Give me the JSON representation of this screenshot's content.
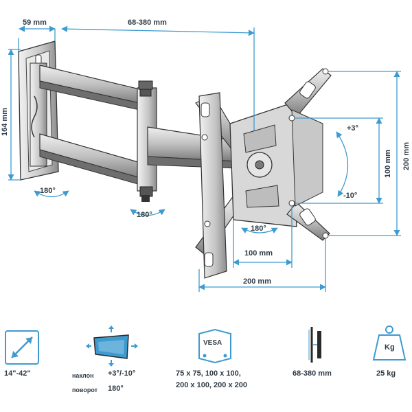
{
  "dimensions": {
    "wall_depth": "59 mm",
    "arm_extension": "68-380 mm",
    "wall_plate_height": "164 mm",
    "vesa_outer_height": "200 mm",
    "vesa_inner_height": "100 mm",
    "vesa_inner_width": "100 mm",
    "vesa_outer_width": "200 mm",
    "tilt_up": "+3°",
    "tilt_down": "-10°",
    "rotation_wall": "180°",
    "rotation_arm": "180°",
    "rotation_plate": "180°"
  },
  "specs": {
    "screen_size": "14\"-42\"",
    "tilt_label": "наклон",
    "tilt_value": "+3°/-10°",
    "swivel_label": "поворот",
    "swivel_value": "180°",
    "vesa_badge": "VESA",
    "vesa_line1": "75 x 75, 100 x 100,",
    "vesa_line2": "200 x 100, 200 x 200",
    "depth_range": "68-380 mm",
    "weight_badge": "Kg",
    "max_load": "25 kg"
  },
  "colors": {
    "dimension": "#3d9bd0",
    "metal_dark": "#2b2b2b",
    "metal_mid": "#8a8a8a",
    "metal_light": "#d9d9d9",
    "icon": "#3d9bd0"
  }
}
